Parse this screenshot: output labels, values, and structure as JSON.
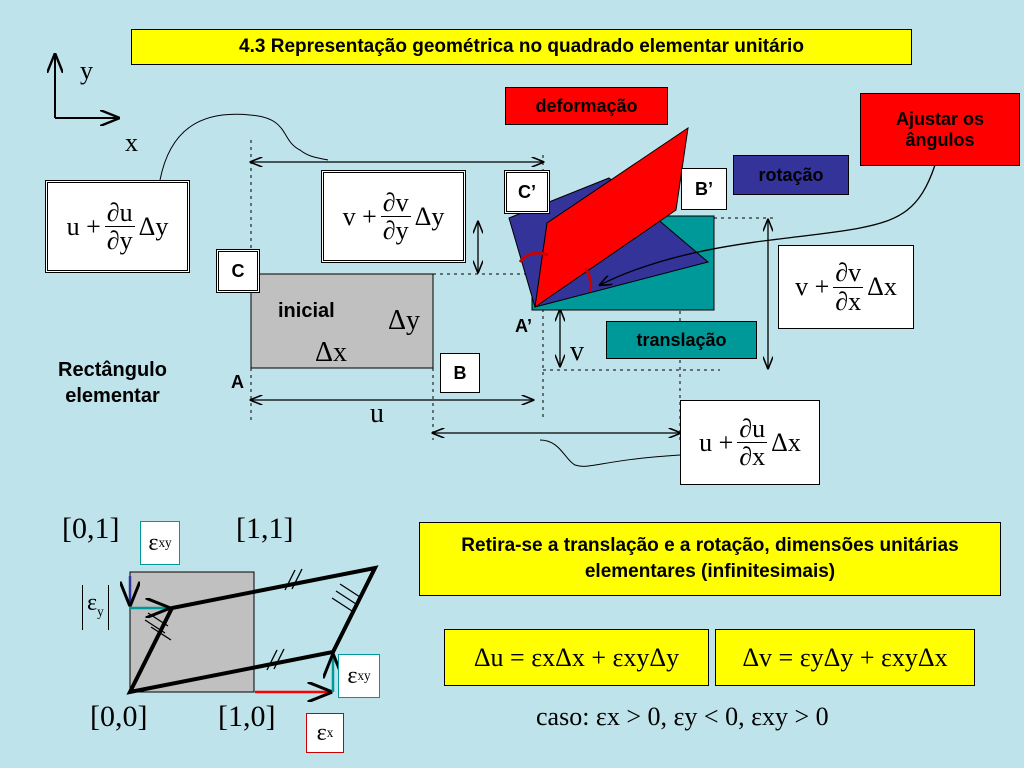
{
  "title": "4.3 Representação geométrica no quadrado elementar unitário",
  "axes": {
    "y": "y",
    "x": "x"
  },
  "labels": {
    "deformacao": "deformação",
    "ajustar": "Ajustar os ângulos",
    "rotacao": "rotação",
    "translacao": "translação",
    "inicial": "inicial",
    "rectangulo": "Rectângulo elementar",
    "A": "A",
    "B": "B",
    "C": "C",
    "Ap": "A’",
    "Bp": "B’",
    "Cp": "C’",
    "dy": "Δy",
    "dx": "Δx",
    "u": "u",
    "v": "v"
  },
  "formulas": {
    "u_dy": {
      "lhs": "u +",
      "num": "∂u",
      "den": "∂y",
      "rhs": "Δy"
    },
    "v_dy": {
      "lhs": "v +",
      "num": "∂v",
      "den": "∂y",
      "rhs": "Δy"
    },
    "v_dx": {
      "lhs": "v +",
      "num": "∂v",
      "den": "∂x",
      "rhs": "Δx"
    },
    "u_dx": {
      "lhs": "u +",
      "num": "∂u",
      "den": "∂x",
      "rhs": "Δx"
    }
  },
  "bottom": {
    "c01": "[0,1]",
    "c11": "[1,1]",
    "c00": "[0,0]",
    "c10": "[1,0]",
    "exy_sym": "ε",
    "exy_sub": "xy",
    "ey_sym": "ε",
    "ey_sub": "y",
    "ex_sym": "ε",
    "ex_sub": "x",
    "statement": "Retira-se a translação e a rotação, dimensões unitárias elementares (infinitesimais)",
    "eq1": "Δu = εxΔx + εxyΔy",
    "eq2": "Δv = εyΔy + εxyΔx",
    "caso": "caso: εx > 0, εy < 0, εxy > 0"
  },
  "colors": {
    "background": "#bfe3ea",
    "red": "#ff0000",
    "navy": "#333399",
    "teal": "#009999",
    "yellow": "#ffff00",
    "grey": "#c0c0c0"
  }
}
